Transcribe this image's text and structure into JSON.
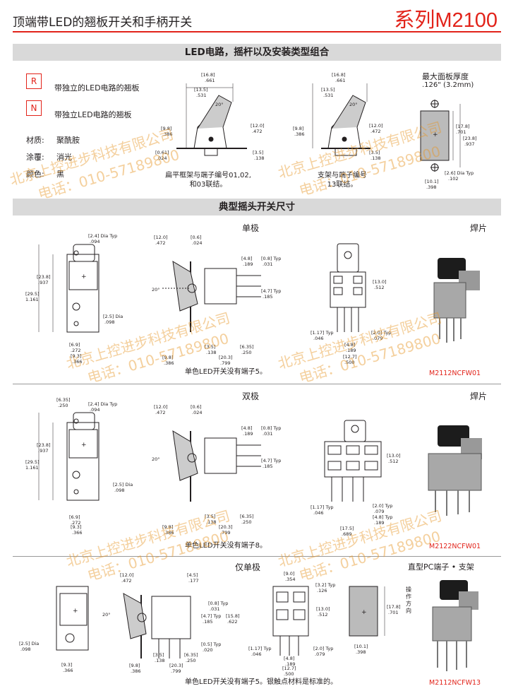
{
  "header": {
    "title": "顶端带LED的翘板开关和手柄开关",
    "series": "系列M2100"
  },
  "section1": {
    "band": "LED电路，摇杆以及安装类型组合",
    "options": [
      {
        "code": "R",
        "label": "带独立的LED电路的翘板"
      },
      {
        "code": "N",
        "label": "带独立LED电路的翘板"
      }
    ],
    "props": [
      {
        "k": "材质:",
        "v": "聚酰胺"
      },
      {
        "k": "涂覆:",
        "v": "消光"
      },
      {
        "k": "颜色:",
        "v": "黑"
      }
    ],
    "caption_a": "扁平框架与端子编号01,02,\n和03联结。",
    "caption_b": "支架与端子编号\n13联结。",
    "panel_title": "最大面板厚度",
    "panel_value": ".126\" (3.2mm)",
    "dims_a": [
      "[16.8]",
      ".661",
      "[13.5]",
      ".531",
      "20°",
      "[12.0]",
      ".472",
      "[9.8]",
      ".386",
      "[0.61]",
      ".024",
      "[3.5]",
      ".138"
    ],
    "dims_b": [
      "[16.8]",
      ".661",
      "[13.5]",
      ".531",
      "20°",
      "[12.0]",
      ".472",
      "[9.8]",
      ".386",
      "[3.5]",
      ".138"
    ],
    "dims_panel": [
      "[17.8]",
      ".701",
      "[23.8]",
      ".937",
      "[2.6] Dia Typ",
      ".102",
      "[10.1]",
      ".398"
    ]
  },
  "section2": {
    "band": "典型摇头开关尺寸",
    "single": {
      "title": "单极",
      "term": "焊片",
      "note": "单色LED开关没有端子5。",
      "part": "M2112NCFW01",
      "front": [
        "[2.4] Dia Typ",
        ".094",
        "[23.8]",
        ".937",
        "[29.5]",
        "1.161",
        "[2.5] Dia",
        ".098",
        "[6.9]",
        ".272",
        "[9.3]",
        ".366"
      ],
      "side": [
        "[12.0]",
        ".472",
        "[0.6]",
        ".024",
        "[4.8]",
        ".189",
        "[0.8] Typ",
        ".031",
        "20°",
        "[4.7] Typ",
        ".185",
        "[3.5]",
        ".138",
        "[6.35]",
        ".250",
        "[20.3]",
        ".799",
        "[9.8]",
        ".386"
      ],
      "bottom": [
        "[13.0]",
        ".512",
        "[1.17] Typ",
        ".046",
        "[2.0] Typ",
        ".079",
        "[4.8]",
        ".189",
        "[12.7]",
        ".500"
      ]
    },
    "double": {
      "title": "双极",
      "term": "焊片",
      "note": "单色LED开关没有端子8。",
      "part": "M2122NCFW01",
      "front": [
        "[6.35]",
        ".250",
        "[2.4] Dia Typ",
        ".094",
        "[23.8]",
        ".937",
        "[29.5]",
        "1.161",
        "[2.5] Dia",
        ".098",
        "[6.9]",
        ".272",
        "[9.3]",
        ".366"
      ],
      "side": [
        "[12.0]",
        ".472",
        "[0.6]",
        ".024",
        "[4.8]",
        ".189",
        "[0.8] Typ",
        ".031",
        "20°",
        "[4.7] Typ",
        ".185",
        "[3.5]",
        ".138",
        "[6.35]",
        ".250",
        "[20.3]",
        ".799",
        "[9.8]",
        ".386"
      ],
      "bottom": [
        "[13.0]",
        ".512",
        "[1.17] Typ",
        ".046",
        "[2.0] Typ",
        ".079",
        "[4.8] Typ",
        ".189",
        "[17.5]",
        ".689"
      ]
    },
    "only_single": {
      "title": "仅单极",
      "term": "直型PC端子 • 支架",
      "note": "单色LED开关没有端子5。银触点材料是标准的。",
      "part": "M2112NCFW13",
      "front": [
        "[2.5] Dia",
        ".098",
        "[9.3]",
        ".366"
      ],
      "side": [
        "[12.0]",
        ".472",
        "[4.5]",
        ".177",
        "[0.8] Typ",
        ".031",
        "20°",
        "[4.7] Typ",
        ".185",
        "[15.8]",
        ".622",
        "[0.5] Typ",
        ".020",
        "[3.5]",
        ".138",
        "[6.35]",
        ".250",
        "[20.3]",
        ".799",
        "[9.8]",
        ".386"
      ],
      "bottom": [
        "[9.0]",
        ".354",
        "[3.2] Typ",
        ".126",
        "[13.0]",
        ".512",
        "[1.17] Typ",
        ".046",
        "[2.0] Typ",
        ".079",
        "[4.8]",
        ".189",
        "[12.7]",
        ".500"
      ],
      "panel": [
        "[17.8]",
        ".701",
        "[10.1]",
        ".398"
      ],
      "panel_note": "操作方向"
    }
  },
  "watermark": {
    "company": "北京上控进步科技有限公司",
    "phone": "电话：010-57189800"
  }
}
